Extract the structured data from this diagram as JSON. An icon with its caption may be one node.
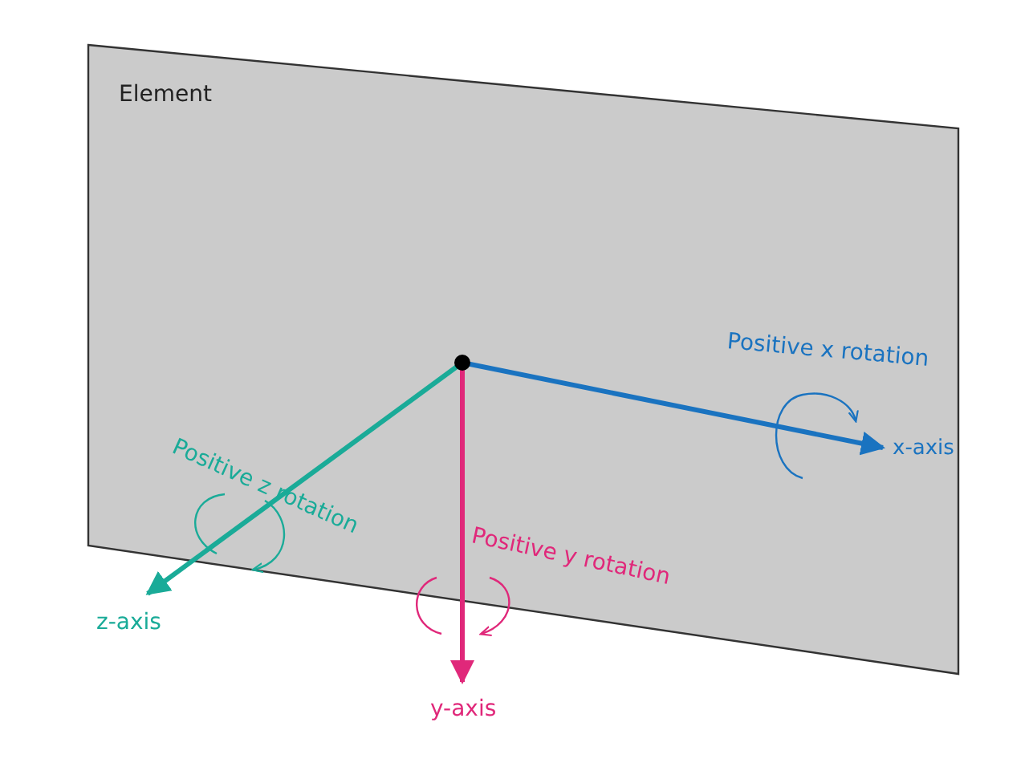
{
  "diagram": {
    "nodes": [
      {
        "text": [
          "Element"
        ]
      }
    ],
    "labels": [
      "Positive x rotation",
      "x-axis",
      "Positive z rotation",
      "z-axis",
      "Positive y rotation",
      "y-axis"
    ]
  }
}
